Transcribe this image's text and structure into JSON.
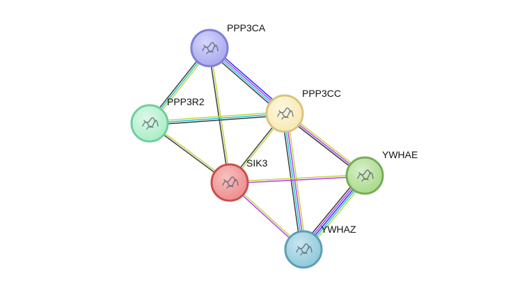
{
  "network": {
    "nodes": [
      {
        "id": "PPP3CA",
        "label": "PPP3CA",
        "color": "#a6a6ee",
        "ring": "#7f7fd6"
      },
      {
        "id": "PPP3R2",
        "label": "PPP3R2",
        "color": "#a8ecc6",
        "ring": "#6fcf9a"
      },
      {
        "id": "PPP3CC",
        "label": "PPP3CC",
        "color": "#f7e9b4",
        "ring": "#d9c37e"
      },
      {
        "id": "SIK3",
        "label": "SIK3",
        "color": "#ee8a8a",
        "ring": "#c94f4f"
      },
      {
        "id": "YWHAE",
        "label": "YWHAE",
        "color": "#a9d889",
        "ring": "#76ad57"
      },
      {
        "id": "YWHAZ",
        "label": "YWHAZ",
        "color": "#8cc7d9",
        "ring": "#5a9fb5"
      }
    ],
    "edges": [
      {
        "source": "PPP3CA",
        "target": "PPP3CC",
        "colors": [
          "#3333ff",
          "#bb44ee",
          "#22ccdd",
          "#444444"
        ]
      },
      {
        "source": "PPP3CA",
        "target": "PPP3R2",
        "colors": [
          "#c4d84a",
          "#22ccdd",
          "#444444"
        ]
      },
      {
        "source": "PPP3CA",
        "target": "SIK3",
        "colors": [
          "#c4d84a",
          "#444444"
        ]
      },
      {
        "source": "PPP3R2",
        "target": "PPP3CC",
        "colors": [
          "#c4d84a",
          "#22ccdd",
          "#444444"
        ]
      },
      {
        "source": "PPP3R2",
        "target": "SIK3",
        "colors": [
          "#c4d84a",
          "#444444"
        ]
      },
      {
        "source": "PPP3CC",
        "target": "SIK3",
        "colors": [
          "#c4d84a",
          "#444444"
        ]
      },
      {
        "source": "PPP3CC",
        "target": "YWHAE",
        "colors": [
          "#c4d84a",
          "#bb44ee",
          "#444444"
        ]
      },
      {
        "source": "PPP3CC",
        "target": "YWHAZ",
        "colors": [
          "#c4d84a",
          "#bb44ee",
          "#22ccdd",
          "#444444"
        ]
      },
      {
        "source": "SIK3",
        "target": "YWHAE",
        "colors": [
          "#c4d84a",
          "#bb44ee"
        ]
      },
      {
        "source": "SIK3",
        "target": "YWHAZ",
        "colors": [
          "#c4d84a",
          "#bb44ee"
        ]
      },
      {
        "source": "YWHAE",
        "target": "YWHAZ",
        "colors": [
          "#c4d84a",
          "#22ccdd",
          "#3333ff",
          "#bb44ee",
          "#444444"
        ]
      }
    ]
  }
}
